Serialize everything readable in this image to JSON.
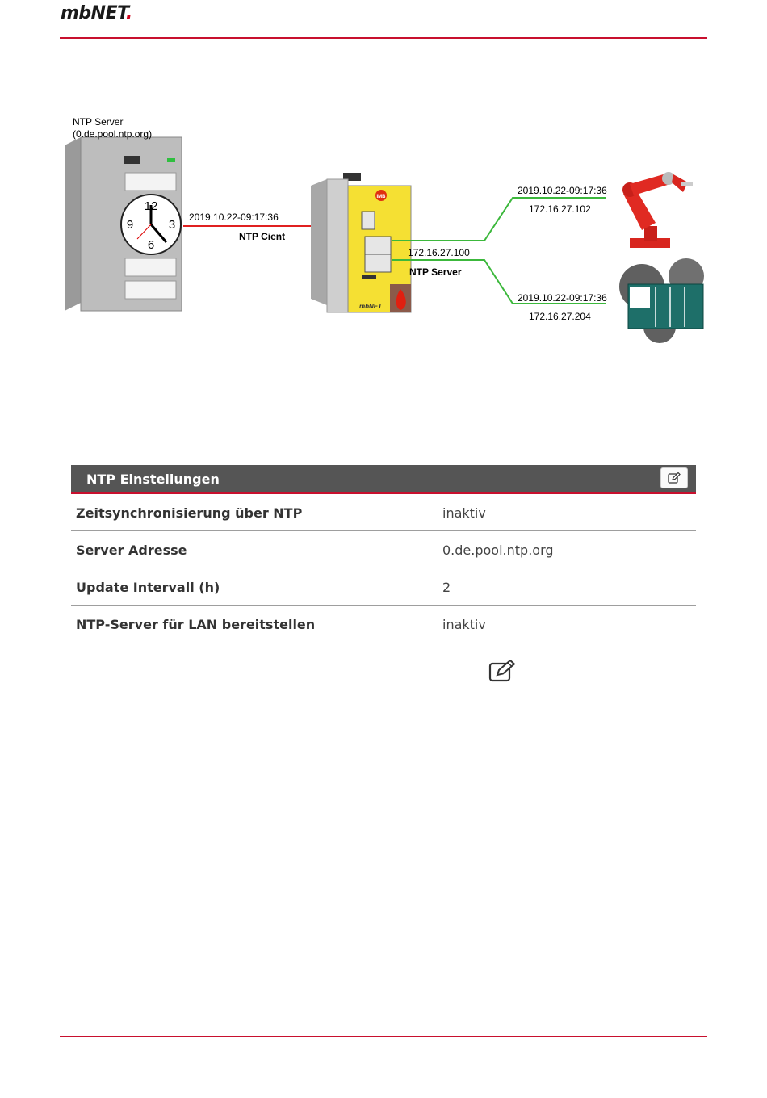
{
  "header": {
    "logo_text": "mbNET",
    "logo_dot": "."
  },
  "diagram": {
    "ntp_server_label_line1": "NTP Server",
    "ntp_server_label_line2": "(0.de.pool.ntp.org)",
    "clock_numbers": [
      "12",
      "3",
      "6",
      "9"
    ],
    "client_timestamp": "2019.10.22-09:17:36",
    "client_label": "NTP Cient",
    "router_ip": "172.16.27.100",
    "server_label": "NTP Server",
    "robot_timestamp": "2019.10.22-09:17:36",
    "robot_ip": "172.16.27.102",
    "plc_timestamp": "2019.10.22-09:17:36",
    "plc_ip": "172.16.27.204",
    "device_brand": "mbNET",
    "device_badge": "IMB"
  },
  "panel": {
    "title": "NTP Einstellungen",
    "rows": [
      {
        "label": "Zeitsynchronisierung über NTP",
        "value": "inaktiv"
      },
      {
        "label": "Server Adresse",
        "value": "0.de.pool.ntp.org"
      },
      {
        "label": "Update Intervall (h)",
        "value": "2"
      },
      {
        "label": "NTP-Server für LAN bereitstellen",
        "value": "inaktiv"
      }
    ]
  },
  "colors": {
    "accent": "#c8102e",
    "panel_header": "#555555",
    "link_line": "#3cb83c",
    "client_line": "#e02020"
  },
  "icons": [
    "edit-icon",
    "clock-icon",
    "robot-icon",
    "gear-icon"
  ]
}
